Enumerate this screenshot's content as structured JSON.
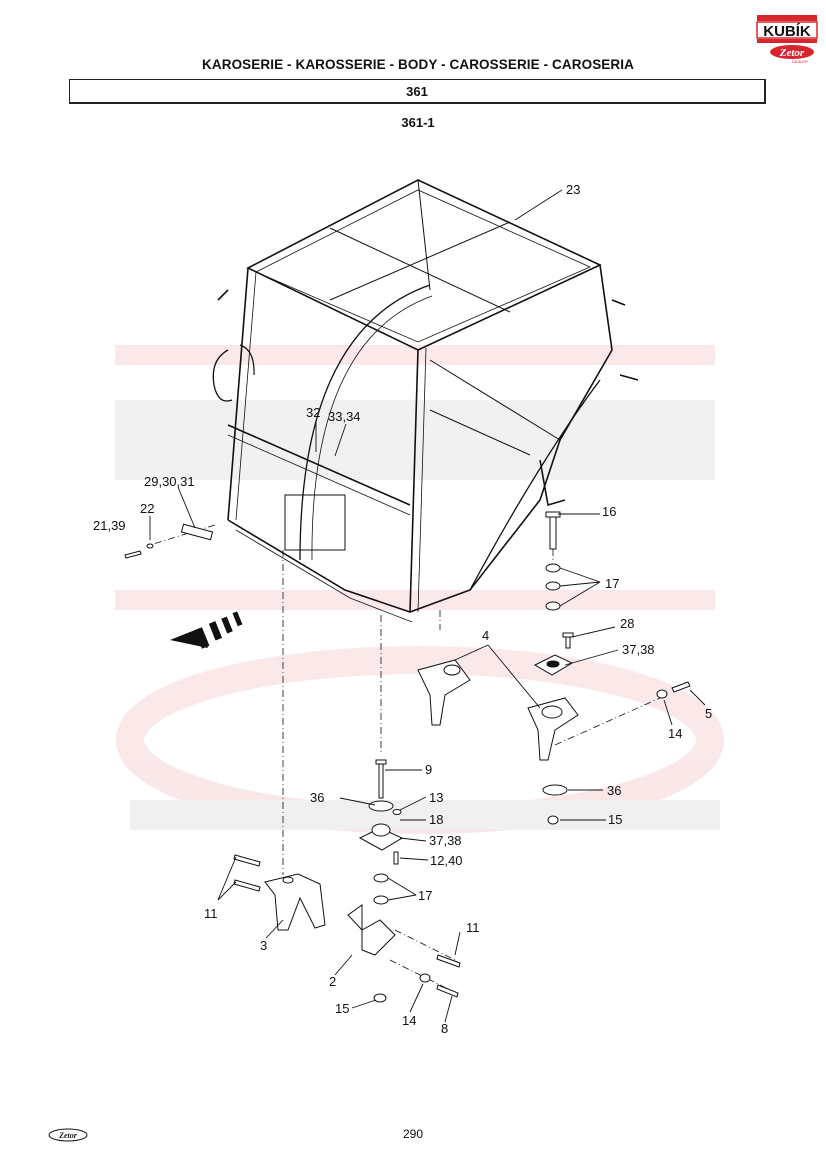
{
  "header": {
    "title": "KAROSERIE - KAROSSERIE - BODY - CAROSSERIE - CAROSERIA",
    "section": "361",
    "subsection": "361-1"
  },
  "logo": {
    "brand_top": "KUBÍK",
    "brand_bottom": "Zetor",
    "tag": "DEALER",
    "color": "#d8262f"
  },
  "callouts": [
    {
      "id": "c23",
      "text": "23"
    },
    {
      "id": "c32",
      "text": "32"
    },
    {
      "id": "c3334",
      "text": "33,34"
    },
    {
      "id": "c293031",
      "text": "29,30,31"
    },
    {
      "id": "c22",
      "text": "22"
    },
    {
      "id": "c2139",
      "text": "21,39"
    },
    {
      "id": "c16",
      "text": "16"
    },
    {
      "id": "c17a",
      "text": "17"
    },
    {
      "id": "c4",
      "text": "4"
    },
    {
      "id": "c28",
      "text": "28"
    },
    {
      "id": "c3738a",
      "text": "37,38"
    },
    {
      "id": "c5",
      "text": "5"
    },
    {
      "id": "c14a",
      "text": "14"
    },
    {
      "id": "c9",
      "text": "9"
    },
    {
      "id": "c36a",
      "text": "36"
    },
    {
      "id": "c13",
      "text": "13"
    },
    {
      "id": "c18",
      "text": "18"
    },
    {
      "id": "c3738b",
      "text": "37,38"
    },
    {
      "id": "c1240",
      "text": "12,40"
    },
    {
      "id": "c36b",
      "text": "36"
    },
    {
      "id": "c15a",
      "text": "15"
    },
    {
      "id": "c17b",
      "text": "17"
    },
    {
      "id": "c11a",
      "text": "11"
    },
    {
      "id": "c3",
      "text": "3"
    },
    {
      "id": "c11b",
      "text": "11"
    },
    {
      "id": "c2",
      "text": "2"
    },
    {
      "id": "c15b",
      "text": "15"
    },
    {
      "id": "c14b",
      "text": "14"
    },
    {
      "id": "c8",
      "text": "8"
    }
  ],
  "footer": {
    "page_number": "290",
    "logo_text": "Zetor"
  }
}
